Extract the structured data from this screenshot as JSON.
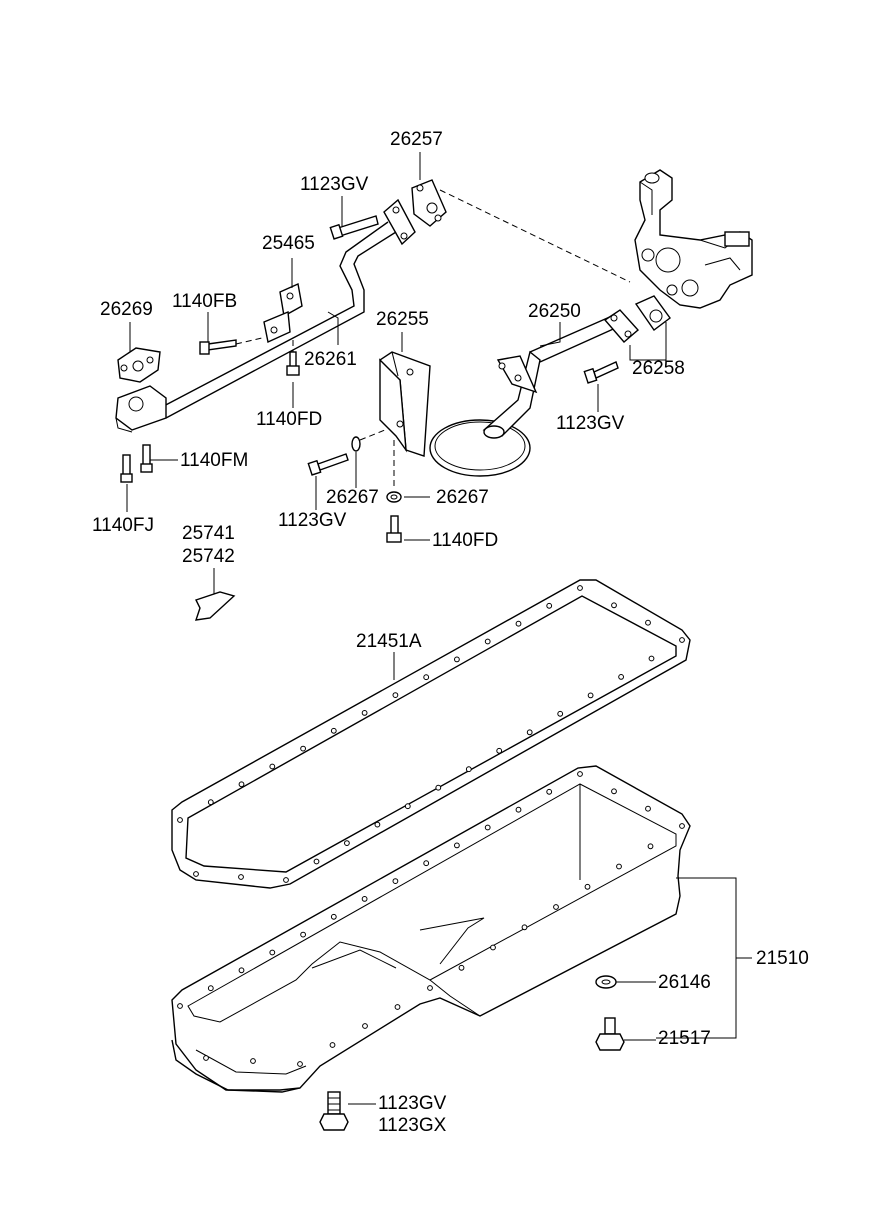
{
  "labels": {
    "p26257": "26257",
    "p1123GV_a": "1123GV",
    "p25465": "25465",
    "p26269": "26269",
    "p1140FB": "1140FB",
    "p26261": "26261",
    "p1140FD_a": "1140FD",
    "p1140FM": "1140FM",
    "p1140FJ": "1140FJ",
    "p26255": "26255",
    "p26250": "26250",
    "p26258": "26258",
    "p1123GV_b": "1123GV",
    "p26267_a": "26267",
    "p26267_b": "26267",
    "p1123GV_c": "1123GV",
    "p1140FD_b": "1140FD",
    "p25741": "25741",
    "p25742": "25742",
    "p21451A": "21451A",
    "p21510": "21510",
    "p26146": "26146",
    "p21517": "21517",
    "p1123GV_d": "1123GV",
    "p1123GX": "1123GX"
  }
}
